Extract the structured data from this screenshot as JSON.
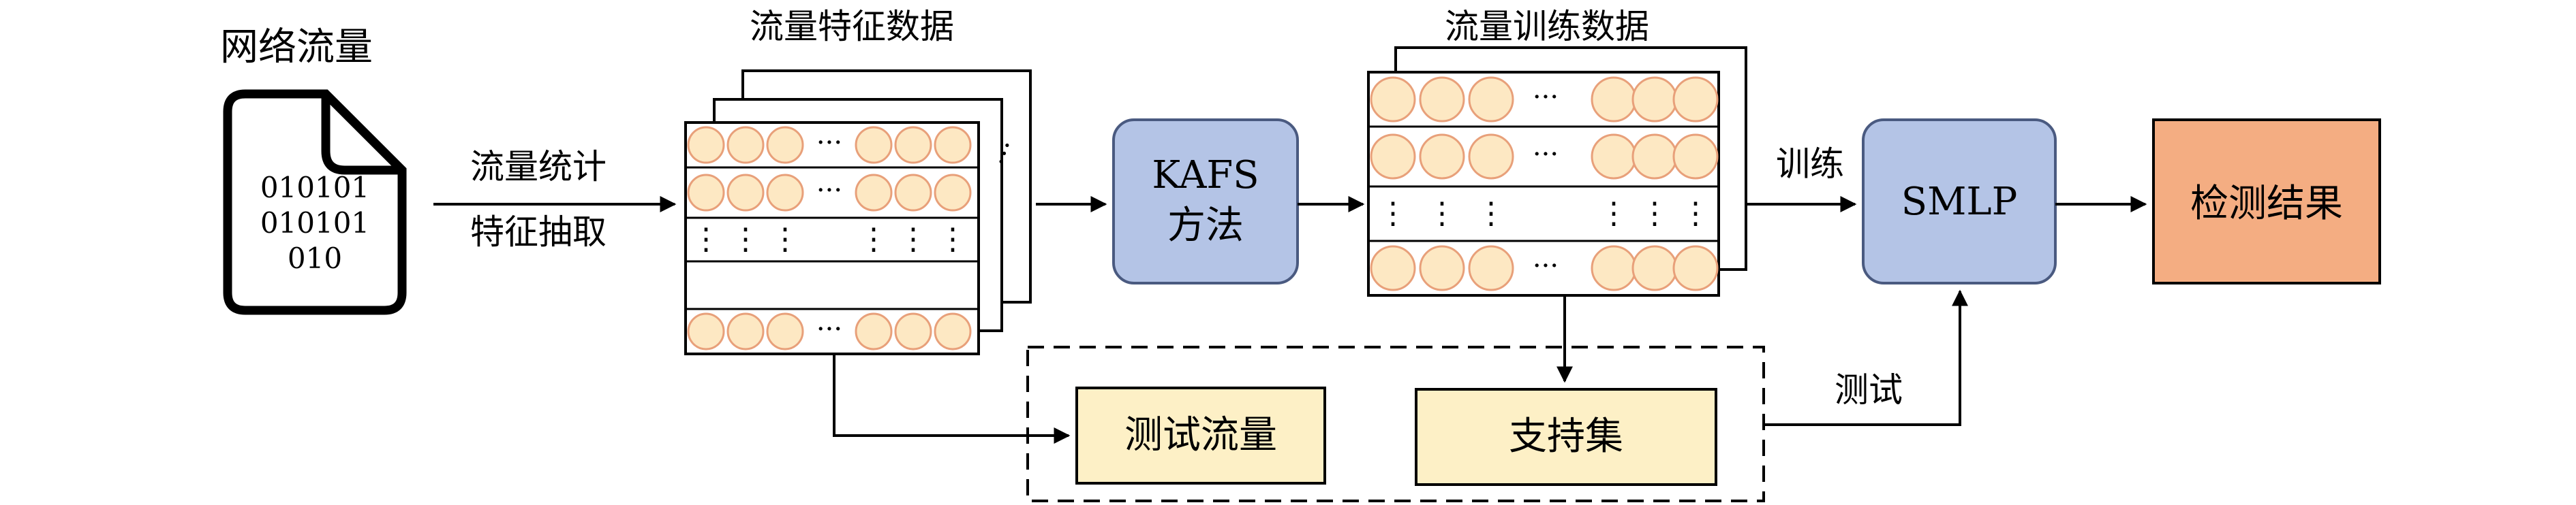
{
  "labels": {
    "network_traffic": "网络流量",
    "file_binary_1": "010101",
    "file_binary_2": "010101",
    "file_binary_3": "010",
    "extraction_line1": "流量统计",
    "extraction_line2": "特征抽取",
    "feature_data": "流量特征数据",
    "kafs_line1": "KAFS",
    "kafs_line2": "方法",
    "training_data": "流量训练数据",
    "train": "训练",
    "smlp": "SMLP",
    "result": "检测结果",
    "test_traffic": "测试流量",
    "support_set": "支持集",
    "test": "测试",
    "ellipsis": "···",
    "vdots": "⋮"
  },
  "colors": {
    "circle_fill": "#fde8c3",
    "circle_stroke": "#e8a07a",
    "process_fill": "#b4c4e6",
    "process_stroke": "#4a5a80",
    "result_fill": "#f4ad82",
    "yellow_fill": "#fdf0c6"
  }
}
